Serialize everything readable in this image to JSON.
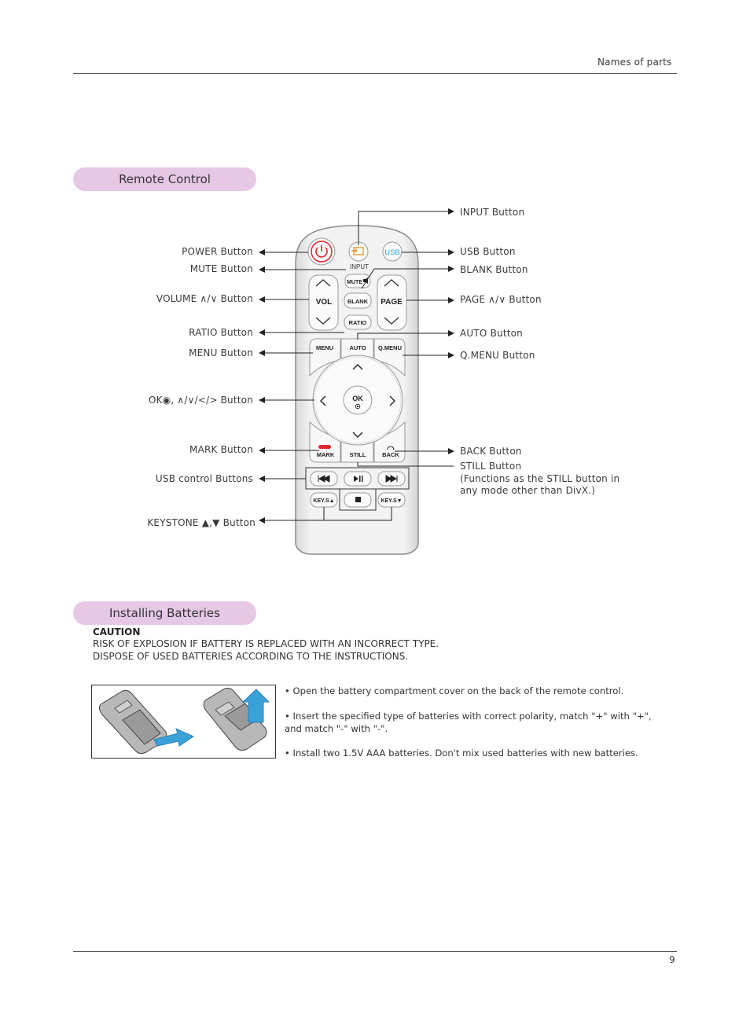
{
  "header": {
    "section": "Names of parts"
  },
  "remote_section": {
    "title": "Remote Control"
  },
  "left_labels": {
    "power": "POWER Button",
    "mute": "MUTE Button",
    "volume": "VOLUME ∧/∨ Button",
    "ratio": "RATIO Button",
    "menu": "MENU Button",
    "ok": "OK◉, ∧/∨/</> Button",
    "mark": "MARK Button",
    "usb_control": "USB control Buttons",
    "keystone": "KEYSTONE ▲,▼ Button"
  },
  "right_labels": {
    "input": "INPUT Button",
    "usb": "USB Button",
    "blank": "BLANK Button",
    "page": "PAGE ∧/∨ Button",
    "auto": "AUTO Button",
    "qmenu": "Q.MENU Button",
    "back": "BACK Button",
    "still": "STILL Button",
    "still_note_1": "(Functions as the STILL button in",
    "still_note_2": " any mode other than DivX.)"
  },
  "remote_keys": {
    "input": "INPUT",
    "usb": "USB",
    "mute": "MUTE",
    "vol": "VOL",
    "blank": "BLANK",
    "page": "PAGE",
    "ratio": "RATIO",
    "menu": "MENU",
    "auto": "AUTO",
    "qmenu": "Q.MENU",
    "ok": "OK",
    "mark": "MARK",
    "still": "STILL",
    "back": "BACK",
    "keys_left": "KEY.S▲",
    "keys_right": "KEY.S▼"
  },
  "battery_section": {
    "title": "Installing Batteries",
    "caution_title": "CAUTION",
    "caution_line1": "RISK OF EXPLOSION IF BATTERY IS REPLACED WITH AN INCORRECT TYPE.",
    "caution_line2": "DISPOSE OF USED BATTERIES ACCORDING TO THE INSTRUCTIONS.",
    "bullet1": "• Open the battery compartment cover on the back of the remote control.",
    "bullet2a": "• Insert the specified type of batteries with correct polarity, match \"+\" with \"+\",",
    "bullet2b": "   and match \"-\" with \"-\".",
    "bullet3": "• Install two 1.5V AAA batteries. Don't mix used batteries with new batteries."
  },
  "footer": {
    "page_number": "9"
  },
  "colors": {
    "pill": "#e6c7e6",
    "power_red": "#e0262a",
    "usb_blue": "#1ea0e0",
    "arrow_blue": "#3aa0d8"
  }
}
